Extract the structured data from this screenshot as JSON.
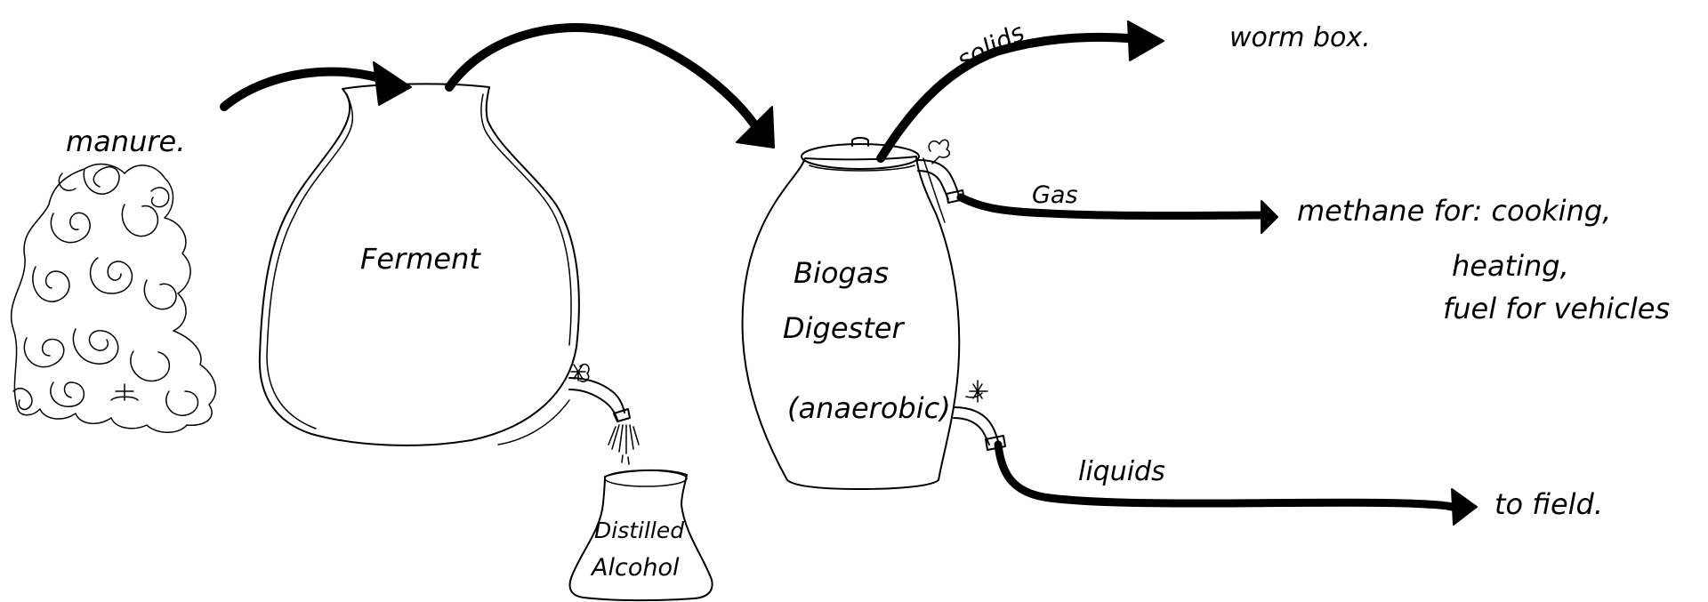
{
  "labels": {
    "manure": "manure.",
    "ferment": "Ferment",
    "distilled_line1": "Distilled",
    "distilled_line2": "Alcohol",
    "biogas_line1": "Biogas",
    "biogas_line2": "Digester",
    "biogas_line3": "(anaerobic)",
    "solids": "solids",
    "worm_box": "worm box.",
    "gas": "Gas",
    "methane_line1": "methane for: cooking,",
    "methane_line2": "heating,",
    "methane_line3": "fuel for vehicles",
    "liquids": "liquids",
    "to_field": "to field."
  },
  "colors": {
    "ink": "#000000",
    "paper": "#ffffff"
  }
}
